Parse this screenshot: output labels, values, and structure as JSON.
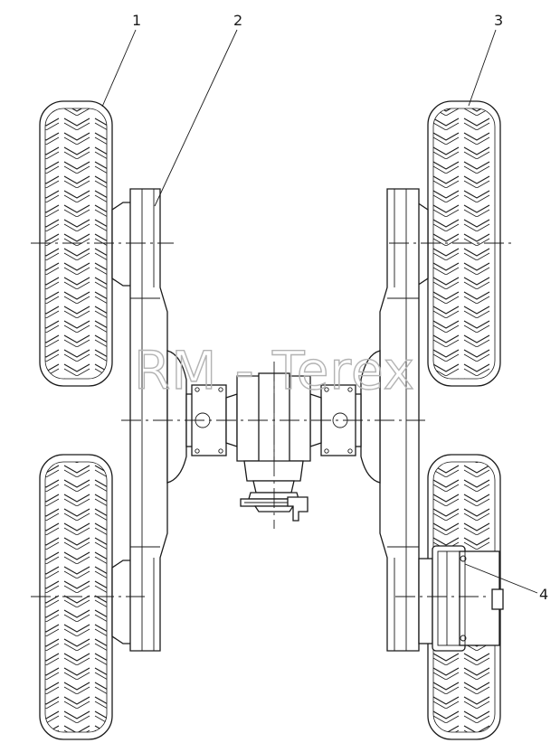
{
  "watermark": "RM - Terex",
  "callouts": [
    {
      "label": "1"
    },
    {
      "label": "2"
    },
    {
      "label": "3"
    },
    {
      "label": "4"
    }
  ]
}
